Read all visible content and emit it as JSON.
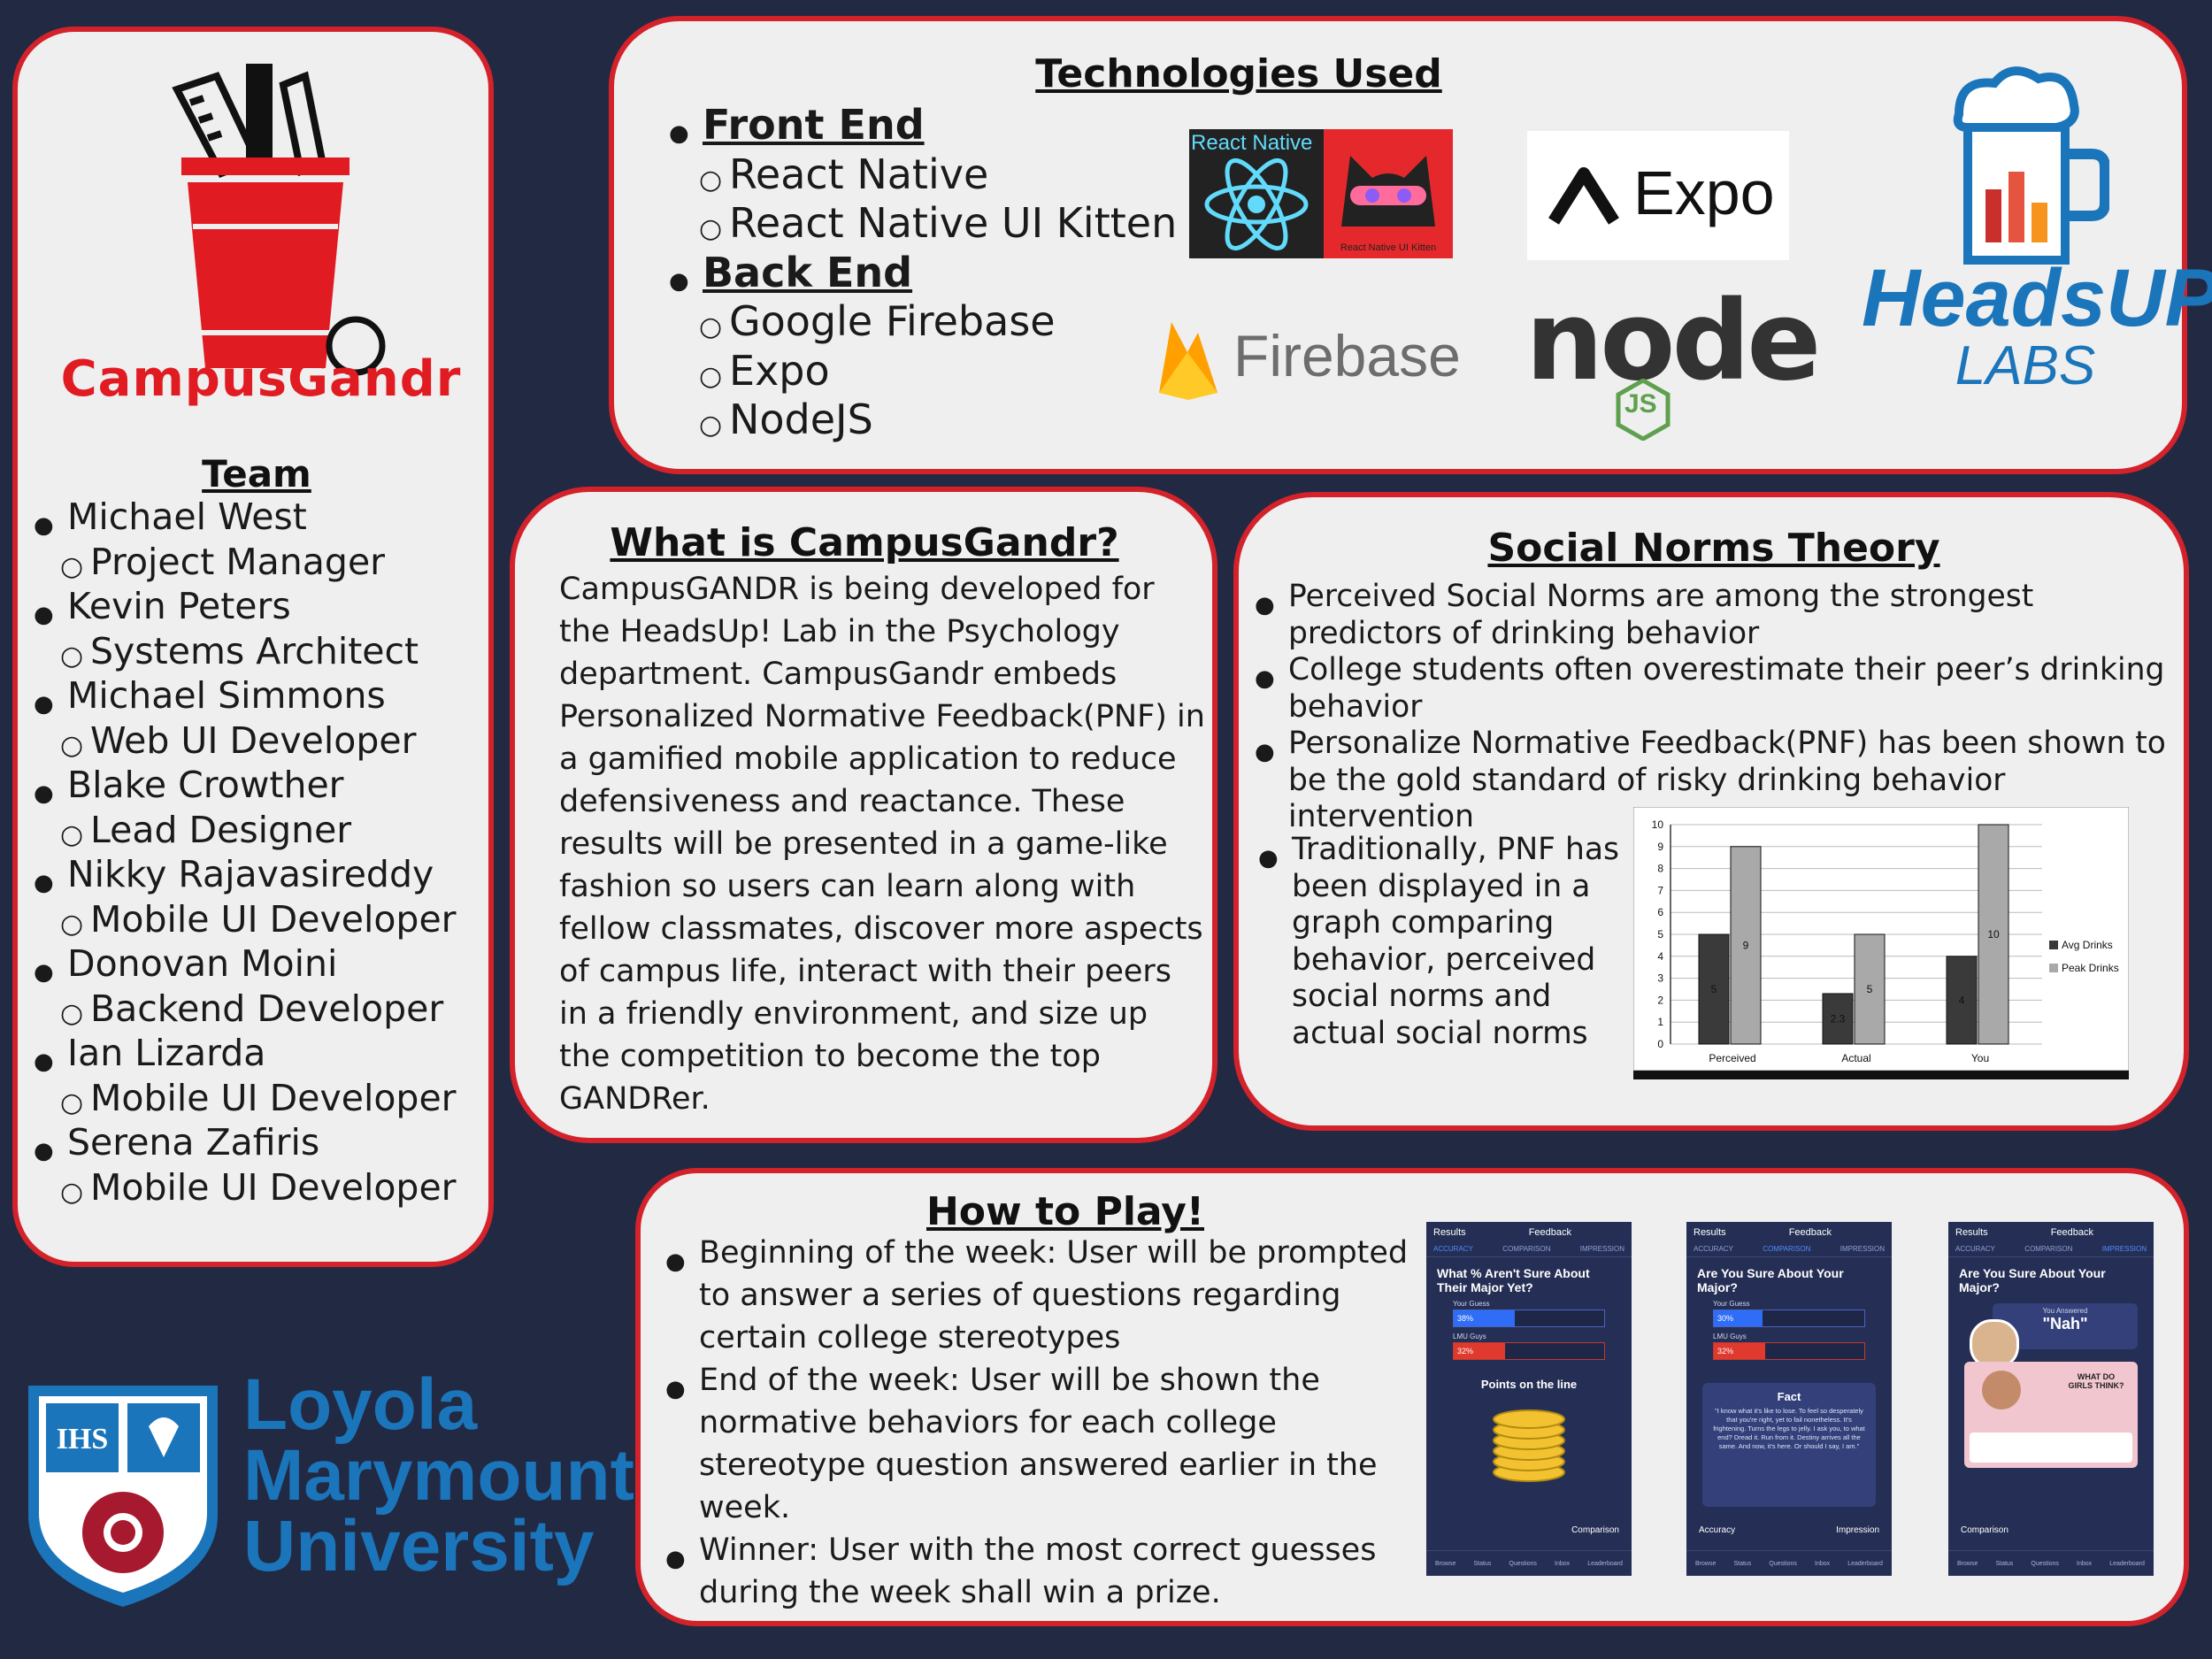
{
  "logo": {
    "brand": "CampusGandr"
  },
  "team": {
    "title": "Team",
    "members": [
      {
        "name": "Michael West",
        "role": "Project Manager"
      },
      {
        "name": "Kevin Peters",
        "role": "Systems Architect"
      },
      {
        "name": "Michael Simmons",
        "role": "Web UI Developer"
      },
      {
        "name": "Blake Crowther",
        "role": "Lead Designer"
      },
      {
        "name": "Nikky Rajavasireddy",
        "role": "Mobile UI Developer"
      },
      {
        "name": "Donovan Moini",
        "role": "Backend Developer"
      },
      {
        "name": "Ian Lizarda",
        "role": "Mobile UI Developer"
      },
      {
        "name": "Serena Zafiris",
        "role": "Mobile UI Developer"
      }
    ]
  },
  "lmu": {
    "line1": "Loyola",
    "line2": "Marymount",
    "line3": "University"
  },
  "tech": {
    "title": "Technologies Used",
    "front_end": "Front End",
    "front_items": [
      "React Native",
      "React Native UI Kitten"
    ],
    "back_end": "Back End",
    "back_items": [
      "Google Firebase",
      "Expo",
      "NodeJS"
    ],
    "logos": {
      "react_native": "React Native",
      "ui_kitten": "React Native UI Kitten",
      "expo": "Expo",
      "firebase": "Firebase",
      "node": "node",
      "node_js": "JS"
    }
  },
  "headsup": {
    "line1": "HeadsUP",
    "line2": "LABS"
  },
  "what": {
    "title": "What is CampusGandr?",
    "body": "CampusGANDR is being developed for the HeadsUp! Lab in the Psychology department. CampusGandr embeds Personalized Normative Feedback(PNF) in a gamified mobile application to reduce defensiveness and reactance. These results will be presented in a game-like fashion so users can learn along with fellow classmates, discover more aspects of campus life, interact with their peers in a friendly environment, and size up the competition to become the top GANDRer."
  },
  "norms": {
    "title": "Social Norms Theory",
    "bullets": [
      "Perceived Social Norms are among the strongest predictors of drinking behavior",
      "College students often overestimate their peer’s drinking behavior",
      "Personalize Normative Feedback(PNF) has been shown to be the gold standard of risky drinking behavior intervention"
    ],
    "last_bullet": "Traditionally, PNF has been displayed in a graph comparing behavior, perceived social norms and actual social norms"
  },
  "chart_data": {
    "type": "bar",
    "categories": [
      "Perceived",
      "Actual",
      "You"
    ],
    "series": [
      {
        "name": "Avg Drinks",
        "values": [
          5,
          2.3,
          4
        ]
      },
      {
        "name": "Peak Drinks",
        "values": [
          9,
          5,
          10
        ]
      }
    ],
    "value_labels": [
      [
        "5",
        "2.3",
        "4"
      ],
      [
        "9",
        "5",
        "10"
      ]
    ],
    "yticks": [
      "0",
      "1",
      "2",
      "3",
      "4",
      "5",
      "6",
      "7",
      "8",
      "9",
      "10"
    ],
    "ylim": [
      0,
      10
    ],
    "legend": "right",
    "grid": true,
    "colors": [
      "#3a3a3a",
      "#a9a9a9"
    ]
  },
  "play": {
    "title": "How to Play!",
    "bullets": [
      "Beginning of the week: User will be prompted to answer a series of questions regarding certain college stereotypes",
      "End of the week: User will be shown the normative behaviors for each college stereotype question answered earlier in the week.",
      "Winner: User with the most correct guesses during the week shall win a prize."
    ]
  },
  "phones": {
    "back": "Results",
    "header": "Feedback",
    "tabs": [
      "ACCURACY",
      "COMPARISON",
      "IMPRESSION"
    ],
    "nav": [
      "Browse",
      "Status",
      "Questions",
      "Inbox",
      "Leaderboard"
    ],
    "p1": {
      "question": "What % Aren't Sure About Their Major Yet?",
      "guess_label": "Your Guess",
      "guess": "38%",
      "lmu_label": "LMU Guys",
      "lmu": "32%",
      "points": "Points on the line",
      "next": "Comparison"
    },
    "p2": {
      "question": "Are You Sure About Your Major?",
      "guess_label": "Your Guess",
      "guess": "30%",
      "lmu_label": "LMU Guys",
      "lmu": "32%",
      "fact_title": "Fact",
      "fact": "\"I know what it's like to lose. To feel so desperately that you're right, yet to fail nonetheless. It's frightening. Turns the legs to jelly. I ask you, to what end? Dread it. Run from it. Destiny arrives all the same. And now, it's here. Or should I say, I am.\"",
      "prev": "Accuracy",
      "next": "Impression"
    },
    "p3": {
      "question": "Are You Sure About Your Major?",
      "answered_label": "You Answered",
      "answer": "\"Nah\"",
      "girls": "WHAT DO GIRLS THINK?",
      "prev": "Comparison"
    }
  }
}
